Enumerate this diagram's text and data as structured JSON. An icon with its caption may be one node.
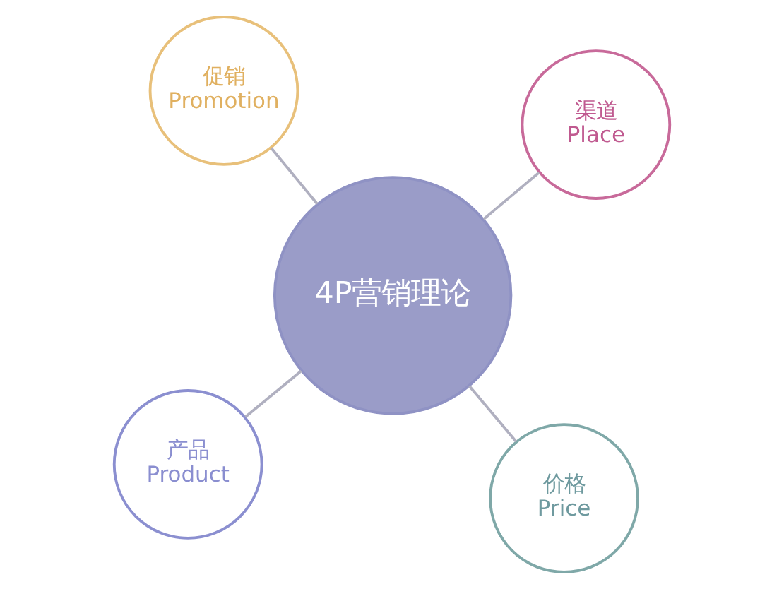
{
  "diagram": {
    "nodes": [
      {
        "text": [
          "产品",
          "Product"
        ]
      },
      {
        "text": [
          "价格",
          "Price"
        ]
      },
      {
        "text": [
          "4P营销理论"
        ]
      },
      {
        "text": [
          "促销",
          "Promotion"
        ]
      },
      {
        "text": [
          "渠道",
          "Place"
        ]
      }
    ],
    "edges": [
      {
        "from": 2,
        "to": 0,
        "arrow": "none"
      },
      {
        "from": 2,
        "to": 1,
        "arrow": "none"
      },
      {
        "from": 2,
        "to": 3,
        "arrow": "none"
      },
      {
        "from": 2,
        "to": 4,
        "arrow": "none"
      }
    ]
  }
}
